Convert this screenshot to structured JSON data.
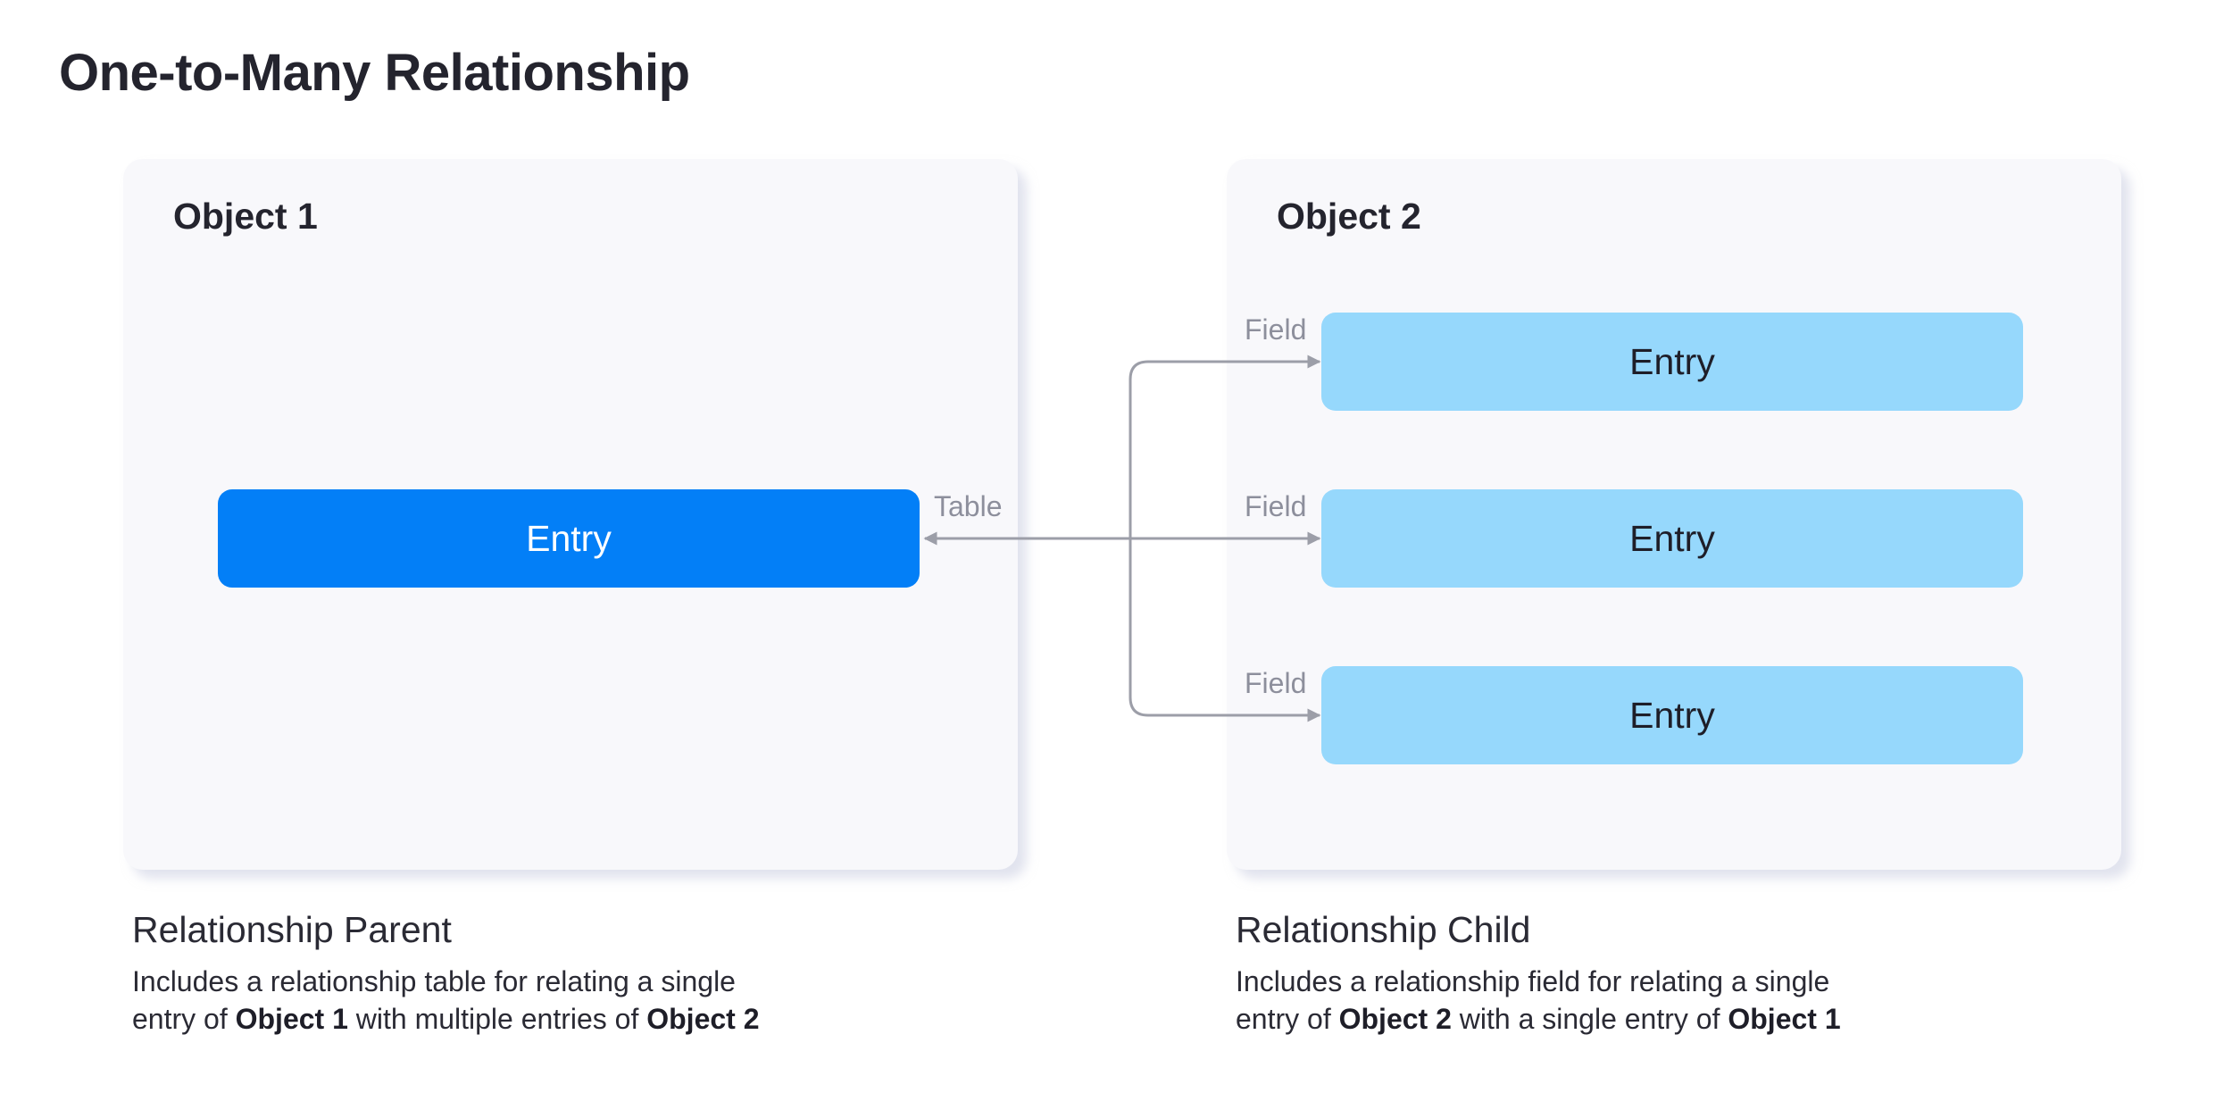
{
  "title": "One-to-Many Relationship",
  "object1": {
    "title": "Object 1",
    "entry": "Entry"
  },
  "object2": {
    "title": "Object 2",
    "entries": [
      "Entry",
      "Entry",
      "Entry"
    ]
  },
  "connectors": {
    "table_label": "Table",
    "field_labels": [
      "Field",
      "Field",
      "Field"
    ],
    "color": "#9c9ea8"
  },
  "captions": {
    "parent": {
      "heading": "Relationship Parent",
      "line1": "Includes a relationship table for relating a single",
      "line2_pre": "entry of ",
      "line2_b1": "Object 1",
      "line2_mid": " with multiple entries of ",
      "line2_b2": "Object 2"
    },
    "child": {
      "heading": "Relationship Child",
      "line1": "Includes a relationship field for relating a single",
      "line2_pre": "entry of ",
      "line2_b1": "Object 2",
      "line2_mid": " with a single entry of ",
      "line2_b2": "Object 1"
    }
  },
  "colors": {
    "parent_entry": "#037ff7",
    "child_entry": "#96d8fc",
    "panel_bg": "#f8f8fb"
  }
}
